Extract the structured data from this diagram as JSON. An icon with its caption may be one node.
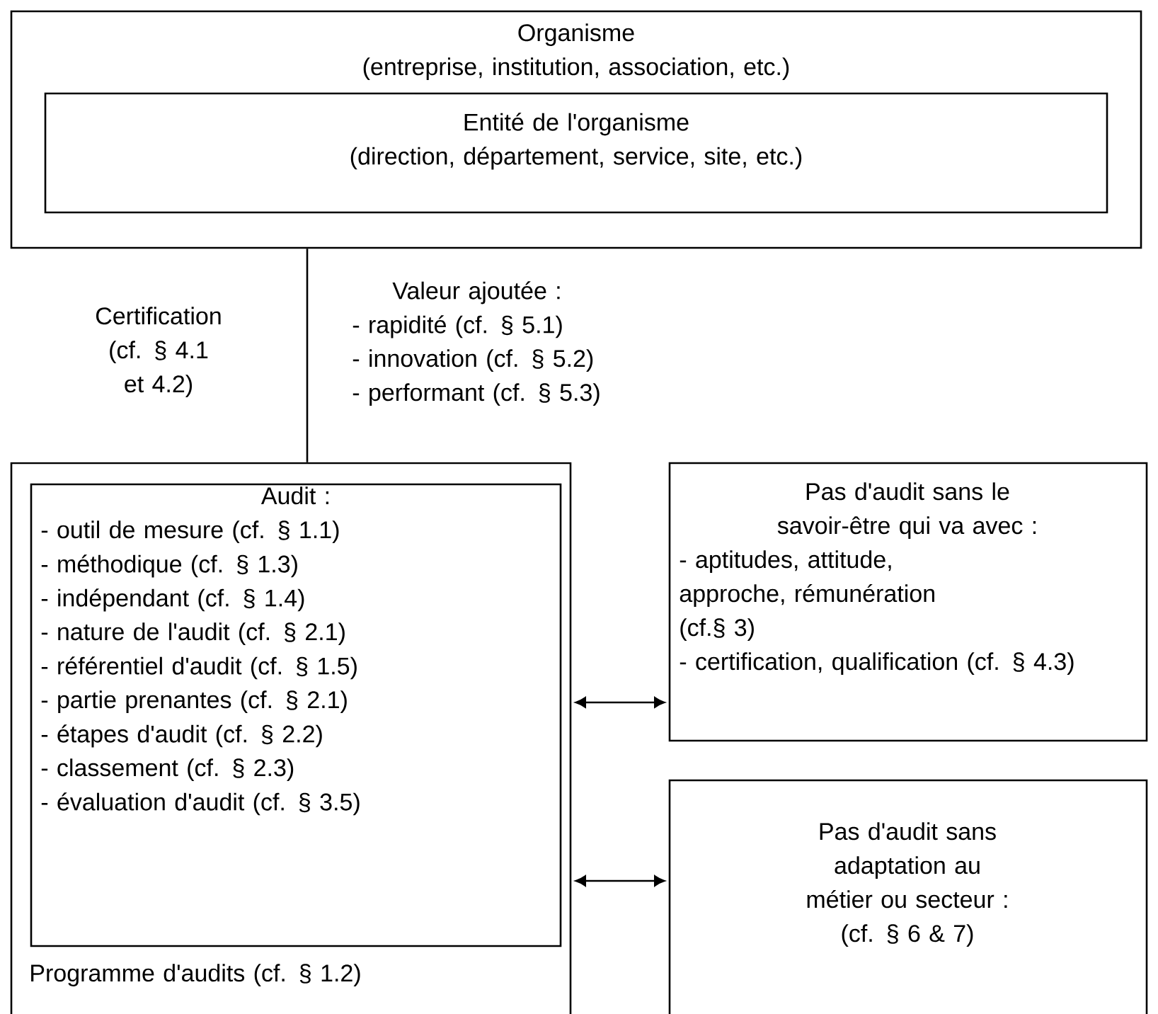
{
  "diagram": {
    "nodes": [
      {
        "text": [
          "Organisme",
          "(entreprise, institution, association, etc.)"
        ]
      },
      {
        "text": [
          "Entité de l'organisme",
          "(direction, département, service, site, etc.)"
        ],
        "in": 0
      },
      {
        "text": [
          "Programme d'audits  (cf. § 1.2)"
        ]
      },
      {
        "text": [
          "Audit :",
          "- outil de mesure (cf. § 1.1)",
          "- méthodique (cf. § 1.3)",
          "- indépendant (cf. § 1.4)",
          "- nature de l'audit (cf. § 2.1)",
          "- référentiel d'audit (cf. § 1.5)",
          "- partie prenantes (cf. § 2.1)",
          "- étapes d'audit (cf. § 2.2)",
          "- classement  (cf.  § 2.3)",
          "- évaluation d'audit (cf. § 3.5)"
        ],
        "in": 2
      },
      {
        "text": [
          "Pas d'audit sans le savoir-être qui va avec :",
          "- aptitudes, attitude, approche, rémunération (cf.§ 3)",
          "- certification, qualification (cf. § 4.3)"
        ]
      },
      {
        "text": [
          "Pas d'audit sans adaptation au métier ou secteur :",
          "(cf. § 6 & 7)"
        ]
      }
    ],
    "edges": [
      {
        "from": 0,
        "to": 2,
        "arrow": "none",
        "label": "Certification (cf. § 4.1 et 4.2)"
      },
      {
        "from": 2,
        "to": 4,
        "arrow": "both"
      },
      {
        "from": 2,
        "to": 5,
        "arrow": "both"
      }
    ],
    "labels": [
      "Valeur ajoutée :",
      "- rapidité (cf. § 5.1)",
      "- innovation (cf. § 5.2)",
      "- performant (cf. § 5.3)"
    ]
  }
}
